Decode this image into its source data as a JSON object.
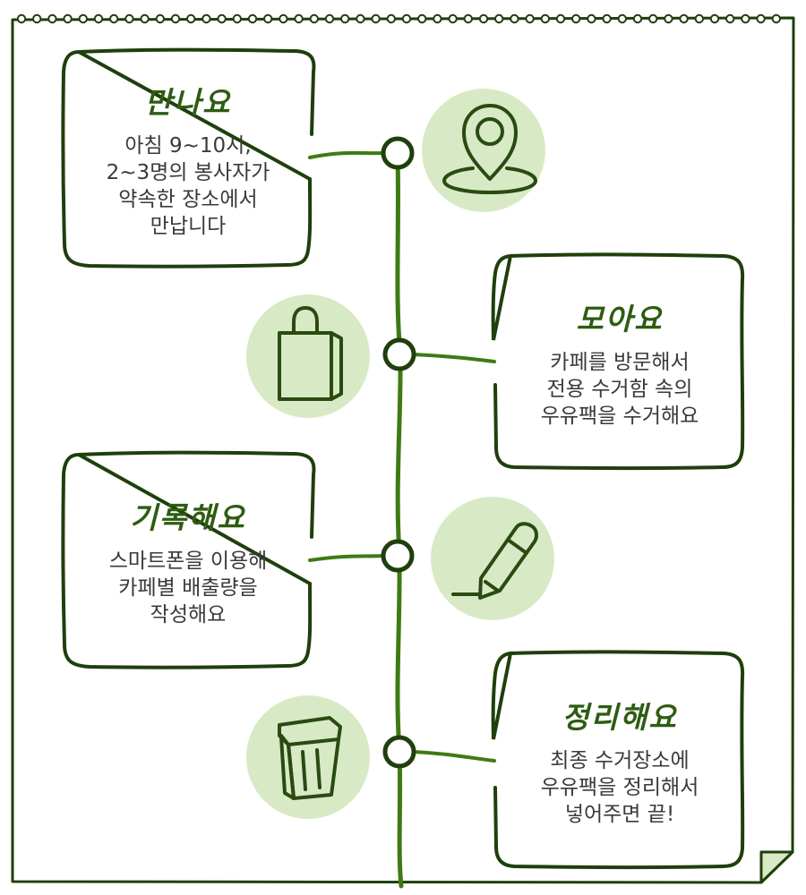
{
  "theme": {
    "line": "#3f7a14",
    "border": "#1f3f0c",
    "circle_fill": "#d7eac5",
    "icon": "#2a4a12",
    "title": "#2e5c12",
    "text": "#3a3a3a"
  },
  "steps": [
    {
      "title": "만나요",
      "text": "아침 9~10시,\n2~3명의 봉사자가\n약속한 장소에서\n만납니다",
      "icon": "location-pin-icon"
    },
    {
      "title": "모아요",
      "text": "카페를 방문해서\n전용 수거함 속의\n우유팩을 수거해요",
      "icon": "shopping-bag-icon"
    },
    {
      "title": "기록해요",
      "text": "스마트폰을 이용해\n카페별 배출량을\n작성해요",
      "icon": "pencil-icon"
    },
    {
      "title": "정리해요",
      "text": "최종 수거장소에\n우유팩을 정리해서\n넣어주면 끝!",
      "icon": "trash-bin-icon"
    }
  ]
}
